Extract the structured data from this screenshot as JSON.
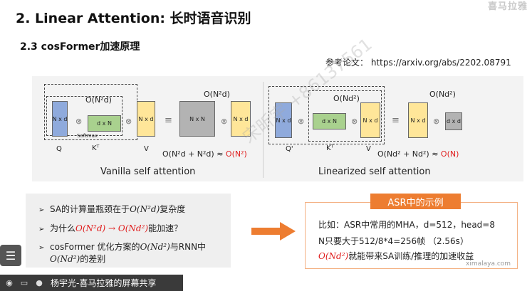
{
  "header": {
    "title": "2. Linear Attention: 长时语音识别",
    "logo": "喜马拉雅",
    "subtitle": "2.3 cosFormer加速原理",
    "reference": "参考论文： https://arxiv.org/abs/2202.08791"
  },
  "diagram": {
    "left": {
      "inner_complexity": "O(N²d)",
      "q": "N x d",
      "q_label": "Q",
      "k": "d x N",
      "k_label": "Kᵀ",
      "softmax": "Softmax",
      "v": "N x d",
      "v_label": "V",
      "right_complexity": "O(N²d)",
      "nxn": "N x N",
      "out": "N x d",
      "total_prefix": "O(N²d + N²d) ≈ ",
      "total_highlight": "O(N²)",
      "caption": "Vanilla self attention"
    },
    "right": {
      "inner_complexity": "O(Nd²)",
      "q": "N x d",
      "q_label": "Q'",
      "k": "d x N",
      "k_label": "Kᵀ",
      "v": "N x d",
      "v_label": "V",
      "right_complexity": "O(Nd²)",
      "out": "N x d",
      "dxd": "d x d",
      "total_prefix": "O(Nd² + Nd²) ≈ ",
      "total_highlight": "O(N)",
      "caption": "Linearized self attention"
    },
    "ops": {
      "times": "⊗",
      "equals": "≡"
    }
  },
  "bullets": {
    "marker": "➢",
    "items": [
      {
        "pre": "SA的计算量瓶颈在于",
        "math": "O(N²d)",
        "post": "复杂度"
      },
      {
        "pre": "为什么",
        "math": "O(N²d) → O(Nd²)",
        "post": "能加速？"
      },
      {
        "pre": "cosFormer 优化方案的",
        "math": "O(Nd²)",
        "post": "与RNN中"
      },
      {
        "pre": "",
        "math": "O(Nd²)",
        "post": "的差别"
      }
    ]
  },
  "asr": {
    "title": "ASR中的示例",
    "line1": "比如：ASR中常用的MHA，d=512，head=8",
    "line2": "N只要大于512/8*4=256帧 （2.56s）",
    "line3_math": "O(Nd²)",
    "line3_post": "就能带来SA训练/推理的加速收益"
  },
  "watermark": "宋昕宇 +86137561",
  "footer": {
    "brand": "ximalaya.com",
    "presenter": "杨宇光-喜马拉雅的屏幕共享"
  },
  "icons": [
    "menu-icon",
    "camera-icon",
    "screen-share-icon",
    "microphone-icon"
  ],
  "colors": {
    "accent": "#ed7d31",
    "highlight": "#e02020"
  }
}
